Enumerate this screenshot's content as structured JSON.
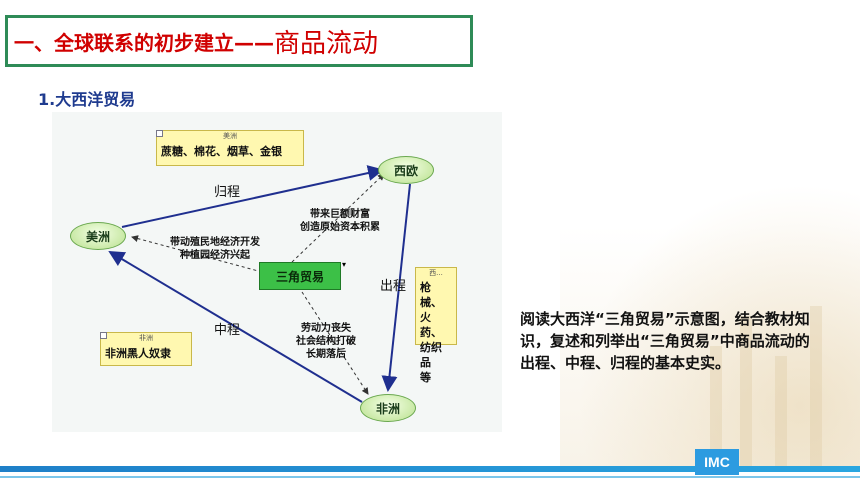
{
  "header": {
    "title_prefix": "一、全球联系的初步建立——",
    "title_main": "商品流动"
  },
  "section": {
    "heading": "1.大西洋贸易"
  },
  "diagram": {
    "center": "三角贸易",
    "nodes": {
      "west_europe": "西欧",
      "americas": "美洲",
      "africa": "非洲"
    },
    "notes": {
      "americas": {
        "caption": "美洲",
        "text": "蔗糖、棉花、烟草、金银"
      },
      "europe": {
        "caption": "西...",
        "lines": [
          "枪械、",
          "火药、",
          "纺织品",
          "等"
        ]
      },
      "africa": {
        "caption": "非洲",
        "text": "非洲黑人奴隶"
      }
    },
    "routes": {
      "return": "归程",
      "outbound": "出程",
      "middle": "中程"
    },
    "effects": {
      "europe": [
        "带来巨额财富",
        "创造原始资本积累"
      ],
      "americas": [
        "带动殖民地经济开发",
        "种植园经济兴起"
      ],
      "africa": [
        "劳动力丧失",
        "社会结构打破",
        "长期落后"
      ]
    }
  },
  "description": "阅读大西洋“三角贸易”示意图，结合教材知识，复述和列举出“三角贸易”中商品流动的出程、中程、归程的基本史实。",
  "footer": {
    "logo": "IMC"
  },
  "colors": {
    "title_border": "#2e8b57",
    "title_text": "#d00000",
    "heading": "#1f3b8f",
    "arrow": "#1f2f8f"
  }
}
